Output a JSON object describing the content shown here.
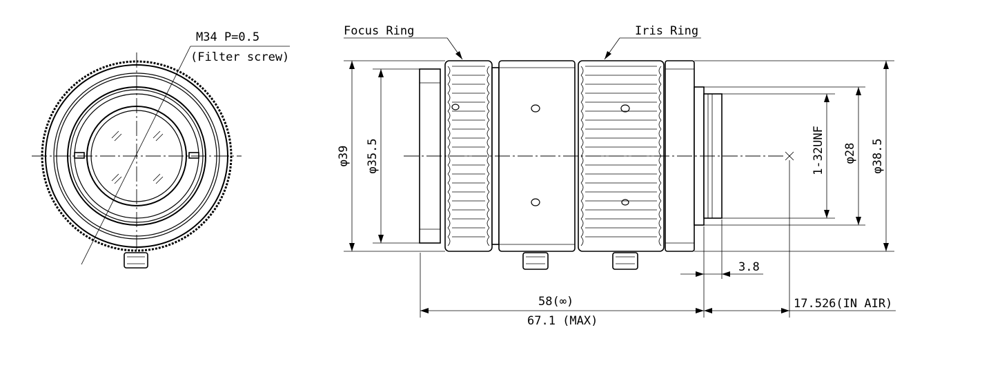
{
  "front_view": {
    "filter_thread_label": "M34 P=0.5",
    "filter_screw_label": "(Filter screw)"
  },
  "side_view": {
    "focus_ring_label": "Focus Ring",
    "iris_ring_label": "Iris Ring"
  },
  "dimensions": {
    "dia_39": "φ39",
    "dia_35_5": "φ35.5",
    "mount_thread": "1-32UNF",
    "dia_28": "φ28",
    "dia_38_5": "φ38.5",
    "mount_length": "3.8",
    "length_infinity": "58(∞)",
    "length_max": "67.1 (MAX)",
    "flange_back": "17.526(IN AIR)"
  }
}
